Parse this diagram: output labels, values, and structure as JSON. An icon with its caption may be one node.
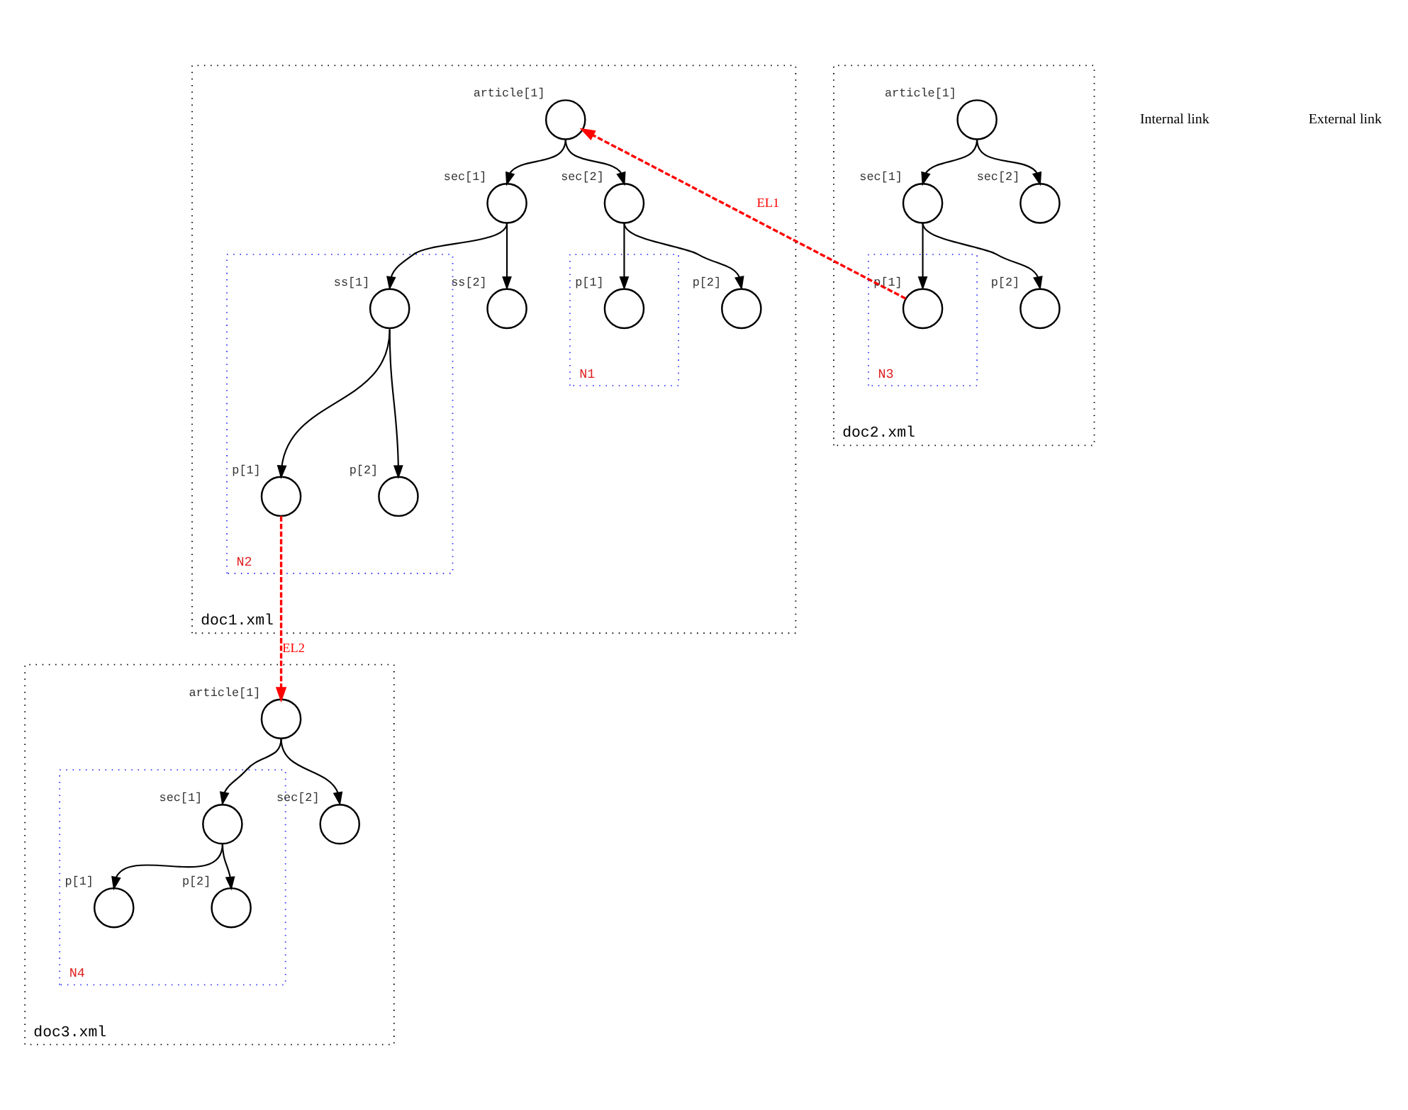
{
  "diagram": {
    "nodes": [
      {
        "text": [
          "doc1.xml"
        ]
      },
      {
        "text": [],
        "shape": "circle",
        "beside": [
          "article[1]"
        ],
        "in": 0
      },
      {
        "text": [],
        "shape": "circle",
        "beside": [
          "sec[1]"
        ],
        "in": 0
      },
      {
        "text": [],
        "shape": "circle",
        "beside": [
          "sec[2]"
        ],
        "in": 0
      },
      {
        "text": [
          "N2"
        ],
        "in": 0
      },
      {
        "text": [],
        "shape": "circle",
        "beside": [
          "ss[1]"
        ],
        "in": 4
      },
      {
        "text": [],
        "shape": "circle",
        "beside": [
          "ss[2]"
        ],
        "in": 0
      },
      {
        "text": [
          "N1"
        ],
        "in": 0
      },
      {
        "text": [],
        "shape": "circle",
        "beside": [
          "p[1]"
        ],
        "in": 7
      },
      {
        "text": [],
        "shape": "circle",
        "beside": [
          "p[2]"
        ],
        "in": 0
      },
      {
        "text": [],
        "shape": "circle",
        "beside": [
          "p[1]"
        ],
        "in": 4
      },
      {
        "text": [],
        "shape": "circle",
        "beside": [
          "p[2]"
        ],
        "in": 4
      },
      {
        "text": [
          "doc2.xml"
        ]
      },
      {
        "text": [],
        "shape": "circle",
        "beside": [
          "article[1]"
        ],
        "in": 12
      },
      {
        "text": [],
        "shape": "circle",
        "beside": [
          "sec[1]"
        ],
        "in": 12
      },
      {
        "text": [],
        "shape": "circle",
        "beside": [
          "sec[2]"
        ],
        "in": 12
      },
      {
        "text": [
          "N3"
        ],
        "in": 12
      },
      {
        "text": [],
        "shape": "circle",
        "beside": [
          "p[1]"
        ],
        "in": 16
      },
      {
        "text": [],
        "shape": "circle",
        "beside": [
          "p[2]"
        ],
        "in": 12
      },
      {
        "text": [
          "doc3.xml"
        ]
      },
      {
        "text": [],
        "shape": "circle",
        "beside": [
          "article[1]"
        ],
        "in": 19
      },
      {
        "text": [
          "N4"
        ],
        "in": 19
      },
      {
        "text": [],
        "shape": "circle",
        "beside": [
          "sec[1]"
        ],
        "in": 21
      },
      {
        "text": [],
        "shape": "circle",
        "beside": [
          "sec[2]"
        ],
        "in": 19
      },
      {
        "text": [],
        "shape": "circle",
        "beside": [
          "p[1]"
        ],
        "in": 21
      },
      {
        "text": [],
        "shape": "circle",
        "beside": [
          "p[2]"
        ],
        "in": 21
      }
    ],
    "edges": [
      {
        "from": 1,
        "to": 2,
        "arrow": "to"
      },
      {
        "from": 1,
        "to": 3,
        "arrow": "to"
      },
      {
        "from": 2,
        "to": 5,
        "arrow": "to"
      },
      {
        "from": 2,
        "to": 6,
        "arrow": "to"
      },
      {
        "from": 3,
        "to": 8,
        "arrow": "to"
      },
      {
        "from": 3,
        "to": 9,
        "arrow": "to"
      },
      {
        "from": 5,
        "to": 10,
        "arrow": "to"
      },
      {
        "from": 5,
        "to": 11,
        "arrow": "to"
      },
      {
        "from": 13,
        "to": 14,
        "arrow": "to"
      },
      {
        "from": 13,
        "to": 15,
        "arrow": "to"
      },
      {
        "from": 14,
        "to": 17,
        "arrow": "to"
      },
      {
        "from": 14,
        "to": 18,
        "arrow": "to"
      },
      {
        "from": 20,
        "to": 22,
        "arrow": "to"
      },
      {
        "from": 20,
        "to": 23,
        "arrow": "to"
      },
      {
        "from": 22,
        "to": 24,
        "arrow": "to"
      },
      {
        "from": 22,
        "to": 25,
        "arrow": "to"
      },
      {
        "from": 17,
        "to": 1,
        "arrow": "to",
        "label": "EL1",
        "style": "dashed",
        "color": "#ff0000"
      },
      {
        "from": 10,
        "to": 20,
        "arrow": "to",
        "label": "EL2",
        "style": "dashed",
        "color": "#ff0000"
      }
    ],
    "legend": [
      {
        "text": "Internal link"
      },
      {
        "text": "External link"
      }
    ]
  }
}
